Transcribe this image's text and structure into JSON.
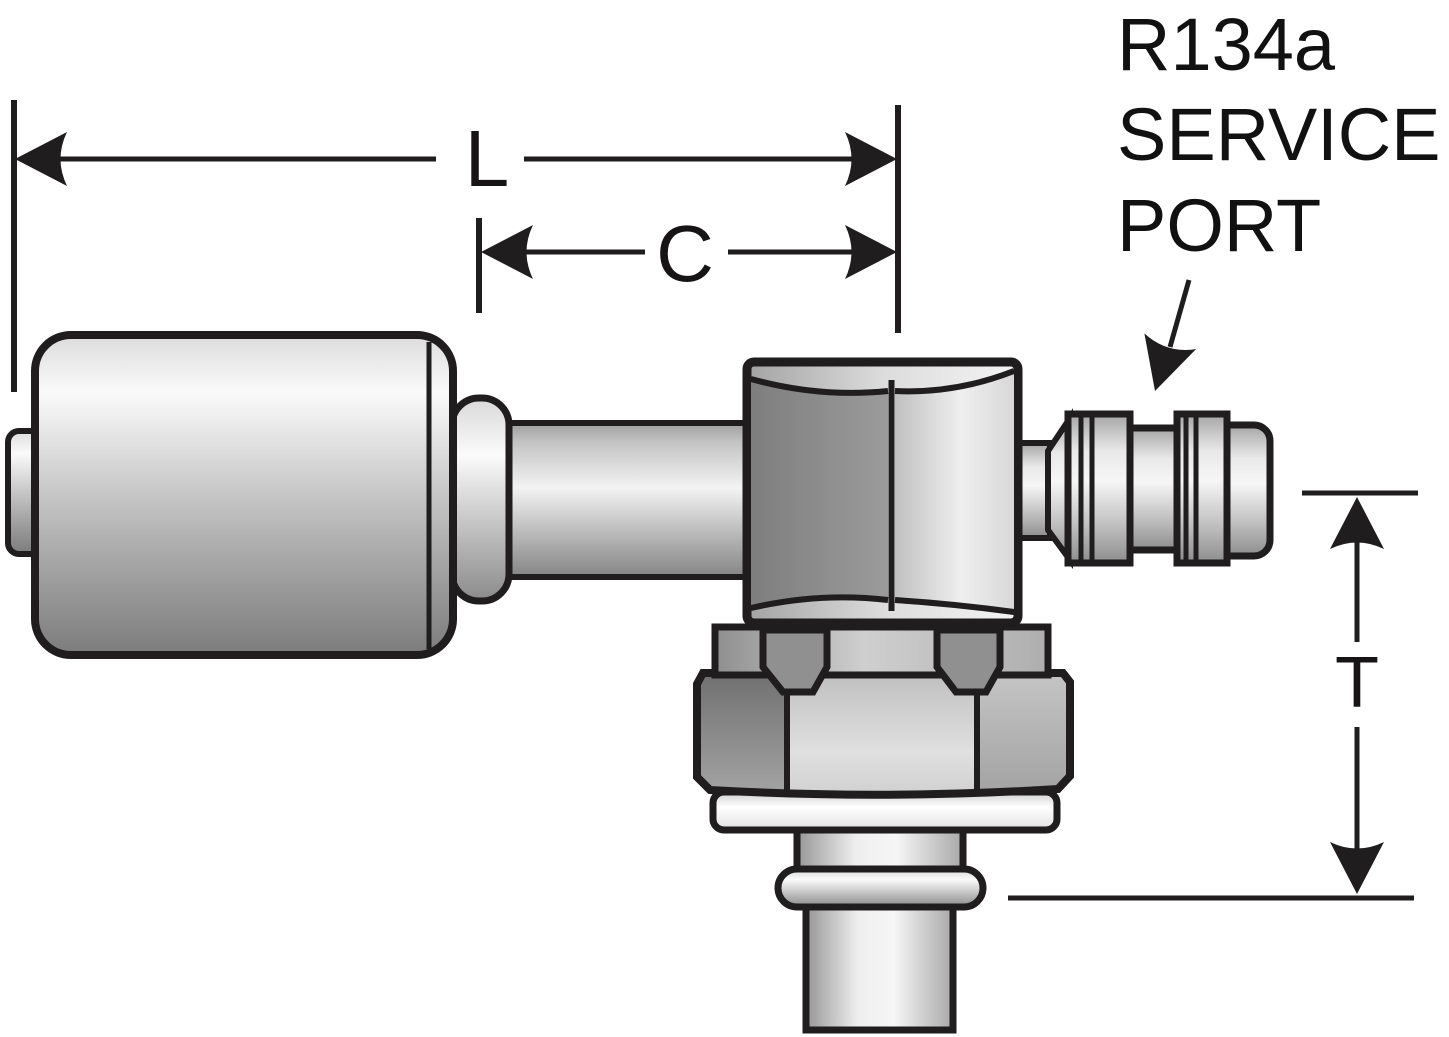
{
  "diagram": {
    "kind": "hose-fitting-technical-drawing",
    "dimensions": {
      "overall_length_label": "L",
      "cutoff_length_label": "C",
      "tube_length_label": "T"
    },
    "callout": {
      "line1": "R134a",
      "line2": "SERVICE",
      "line3": "PORT"
    },
    "colors": {
      "background": "#ffffff",
      "outline": "#1f1d1e",
      "metal_bright": "#fafafa",
      "metal_mid": "#bdbdbd",
      "metal_dark": "#7a7a7a"
    }
  }
}
